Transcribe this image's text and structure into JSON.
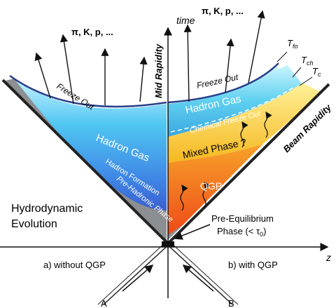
{
  "axes": {
    "time": "time",
    "z": "z",
    "mid_rapidity": "Mid Rapidity",
    "beam_rapidity": "Beam Rapidity"
  },
  "particles_left": "π, K, p, ...",
  "particles_right": "π, K, p, ...",
  "left_side": {
    "freeze_out": "Freeze Out",
    "hadron_gas": "Hadron Gas",
    "hadron_formation": "Hadron Formation",
    "pre_hadronic": "Pre-Hadronic Phase",
    "hydro_line1": "Hydrodynamic",
    "hydro_line2": "Evolution",
    "caption": "a) without QGP"
  },
  "right_side": {
    "freeze_out": "Freeze Out",
    "hadron_gas": "Hadron Gas",
    "chemical_freeze_out": "Chemical Freeze Out",
    "mixed_phase": "Mixed Phase ?",
    "qgp": "QGP",
    "pre_eq_line1": "Pre-Equilibrium",
    "pre_eq_line2": "Phase (< τ",
    "pre_eq_sub": "0",
    "pre_eq_close": ")",
    "caption": "b) with QGP"
  },
  "temperatures": {
    "t_fo": "T",
    "t_fo_sub": "fo",
    "t_ch": "T",
    "t_ch_sub": "ch",
    "t_c": "T",
    "t_c_sub": "c"
  },
  "nuclei": {
    "a": "A",
    "b": "B"
  }
}
